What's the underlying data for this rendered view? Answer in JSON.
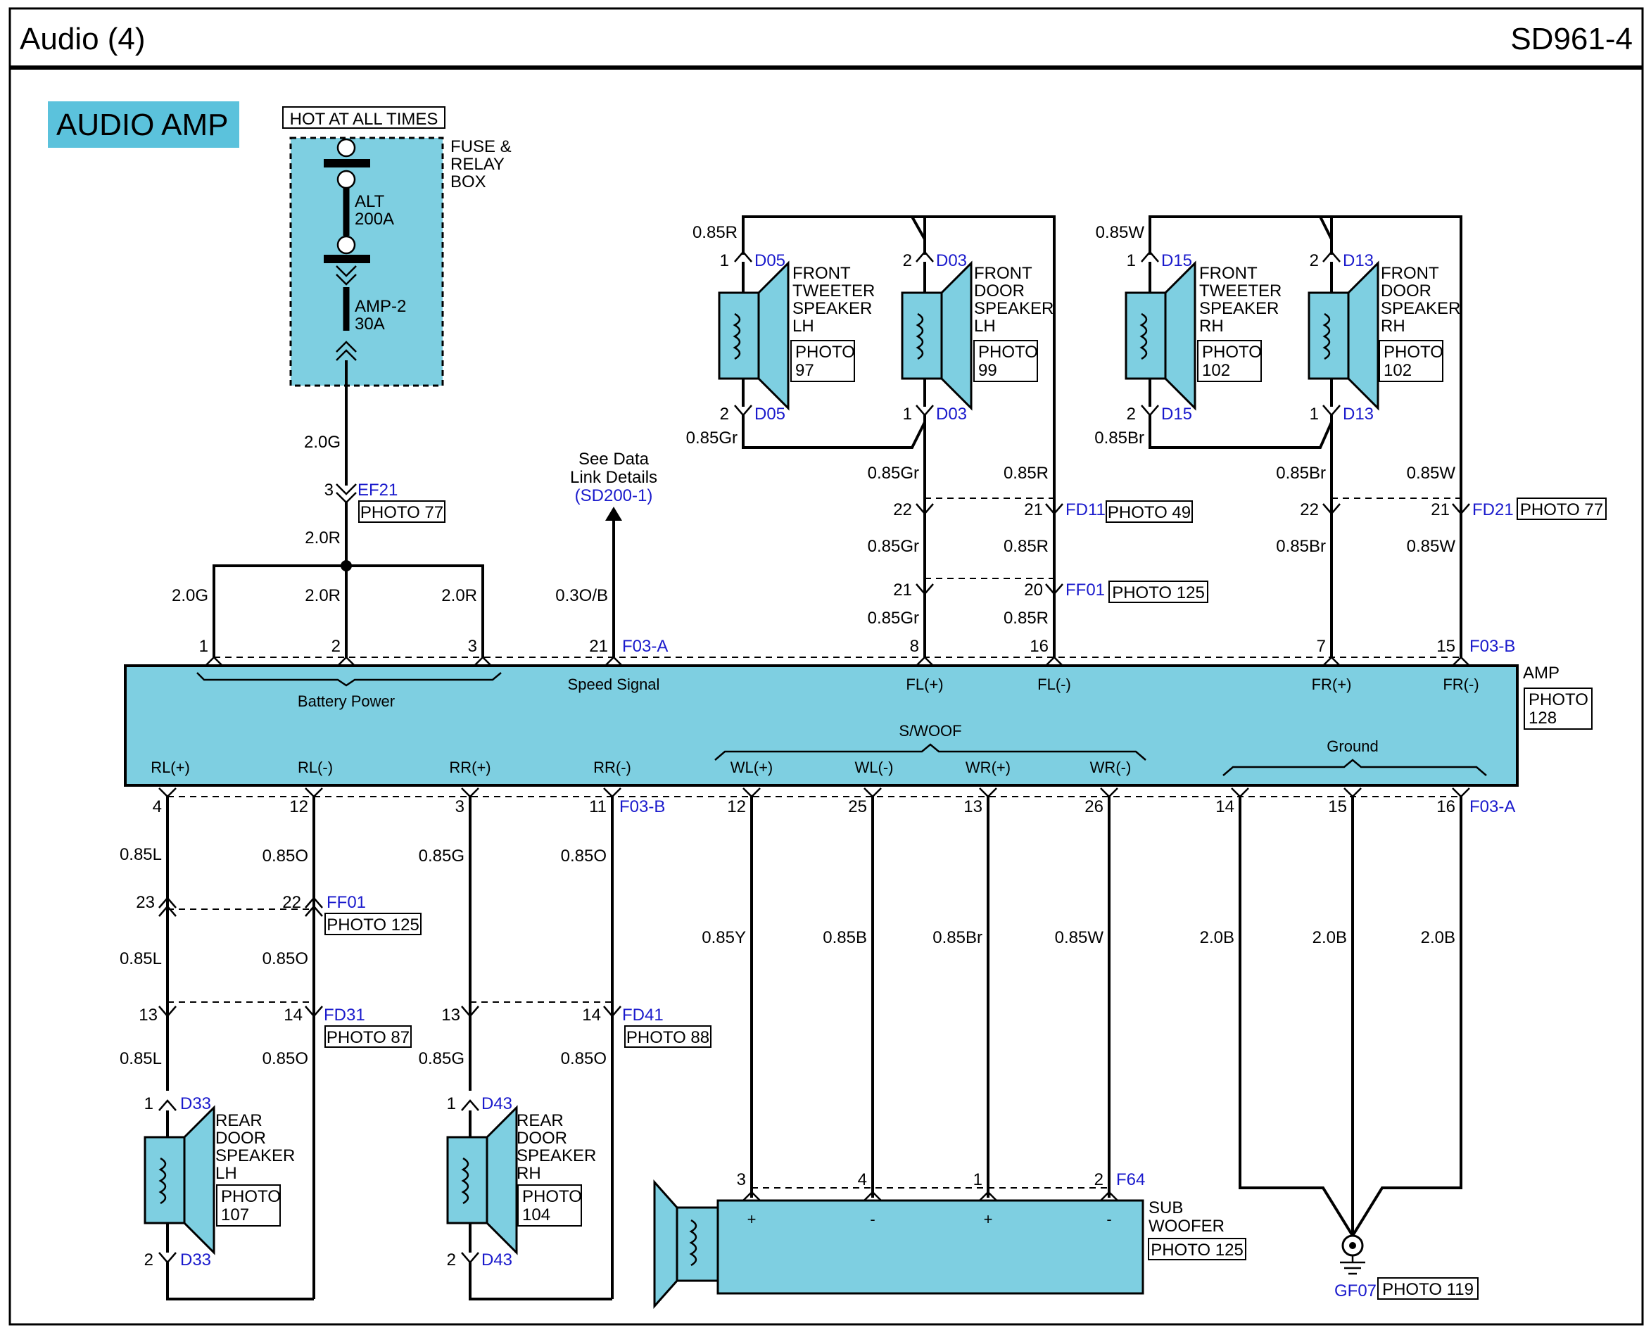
{
  "header": {
    "title": "Audio (4)",
    "code": "SD961-4",
    "colors": {
      "accent": "#5bc2dc",
      "component_fill": "#7ecfe1",
      "connector_text": "#1a1acc"
    }
  },
  "section_title": "AUDIO AMP",
  "fuse_box": {
    "hot_label": "HOT AT ALL TIMES",
    "name_lines": [
      "FUSE &",
      "RELAY",
      "BOX"
    ],
    "alt_fuse": [
      "ALT",
      "200A"
    ],
    "amp_fuse": [
      "AMP-2",
      "30A"
    ]
  },
  "supply": {
    "wire_top": "2.0G",
    "pin": "3",
    "connector": "EF21",
    "photo": "PHOTO 77",
    "wire_mid": "2.0R",
    "wire_left": "2.0G",
    "wire_center": "2.0R",
    "wire_right": "2.0R"
  },
  "data_link": {
    "lines": [
      "See Data",
      "Link Details"
    ],
    "ref": "(SD200-1)",
    "wire": "0.3O/B"
  },
  "amp": {
    "name": "AMP",
    "photo": [
      "PHOTO",
      "128"
    ],
    "top_connector_a": "F03-A",
    "top_connector_b": "F03-B",
    "top_pins": [
      "1",
      "2",
      "3",
      "21",
      "8",
      "16",
      "7",
      "15"
    ],
    "top_labels": {
      "battery": "Battery Power",
      "speed": "Speed Signal",
      "fl_pos": "FL(+)",
      "fl_neg": "FL(-)",
      "fr_pos": "FR(+)",
      "fr_neg": "FR(-)"
    },
    "bottom_labels": {
      "rl_pos": "RL(+)",
      "rl_neg": "RL(-)",
      "rr_pos": "RR(+)",
      "rr_neg": "RR(-)",
      "swoof": "S/WOOF",
      "wl_pos": "WL(+)",
      "wl_neg": "WL(-)",
      "wr_pos": "WR(+)",
      "wr_neg": "WR(-)",
      "ground": "Ground"
    },
    "bottom_connector_b": "F03-B",
    "bottom_connector_a": "F03-A",
    "bottom_pins": [
      "4",
      "12",
      "3",
      "11",
      "12",
      "25",
      "13",
      "26",
      "14",
      "15",
      "16"
    ]
  },
  "front_lh": {
    "tweeter": {
      "lines": [
        "FRONT",
        "TWEETER",
        "SPEAKER",
        "LH"
      ],
      "photo": [
        "PHOTO",
        "97"
      ],
      "connector": "D05",
      "pin_top": "1",
      "pin_bottom": "2",
      "wire_top": "0.85R",
      "wire_bottom": "0.85Gr"
    },
    "door": {
      "lines": [
        "FRONT",
        "DOOR",
        "SPEAKER",
        "LH"
      ],
      "photo": [
        "PHOTO",
        "99"
      ],
      "connector": "D03",
      "pin_top": "2",
      "pin_bottom": "1"
    },
    "wires": {
      "left": "0.85Gr",
      "right": "0.85R"
    },
    "fd11": {
      "pin_left": "22",
      "pin_right": "21",
      "connector": "FD11",
      "photo": "PHOTO 49"
    },
    "ff01": {
      "pin_left": "21",
      "pin_right": "20",
      "connector": "FF01",
      "photo": "PHOTO 125"
    }
  },
  "front_rh": {
    "tweeter": {
      "lines": [
        "FRONT",
        "TWEETER",
        "SPEAKER",
        "RH"
      ],
      "photo": [
        "PHOTO",
        "102"
      ],
      "connector": "D15",
      "pin_top": "1",
      "pin_bottom": "2",
      "wire_top": "0.85W",
      "wire_bottom": "0.85Br"
    },
    "door": {
      "lines": [
        "FRONT",
        "DOOR",
        "SPEAKER",
        "RH"
      ],
      "photo": [
        "PHOTO",
        "102"
      ],
      "connector": "D13",
      "pin_top": "2",
      "pin_bottom": "1"
    },
    "wires": {
      "left": "0.85Br",
      "right": "0.85W"
    },
    "fd21": {
      "pin_left": "22",
      "pin_right": "21",
      "connector": "FD21",
      "photo": "PHOTO 77"
    }
  },
  "rear": {
    "lh_wire_pos": "0.85L",
    "lh_wire_neg": "0.85O",
    "rh_wire_pos": "0.85G",
    "rh_wire_neg": "0.85O",
    "ff01": {
      "pin_left": "23",
      "pin_right": "22",
      "connector": "FF01",
      "photo": "PHOTO 125"
    },
    "fd31": {
      "pin_left": "13",
      "pin_right": "14",
      "connector": "FD31",
      "photo": "PHOTO 87"
    },
    "fd41": {
      "pin_left": "13",
      "pin_right": "14",
      "connector": "FD41",
      "photo": "PHOTO 88"
    },
    "lh_speaker": {
      "lines": [
        "REAR",
        "DOOR",
        "SPEAKER",
        "LH"
      ],
      "photo": [
        "PHOTO",
        "107"
      ],
      "connector": "D33",
      "pin_top": "1",
      "pin_bottom": "2"
    },
    "rh_speaker": {
      "lines": [
        "REAR",
        "DOOR",
        "SPEAKER",
        "RH"
      ],
      "photo": [
        "PHOTO",
        "104"
      ],
      "connector": "D43",
      "pin_top": "1",
      "pin_bottom": "2"
    }
  },
  "subwoofer": {
    "wires": [
      "0.85Y",
      "0.85B",
      "0.85Br",
      "0.85W"
    ],
    "pins": [
      "3",
      "4",
      "1",
      "2"
    ],
    "connector": "F64",
    "polarity": [
      "+",
      "-",
      "+",
      "-"
    ],
    "lines": [
      "SUB",
      "WOOFER"
    ],
    "photo": "PHOTO 125"
  },
  "ground": {
    "wires": [
      "2.0B",
      "2.0B",
      "2.0B"
    ],
    "connector": "GF07",
    "photo": "PHOTO 119"
  }
}
